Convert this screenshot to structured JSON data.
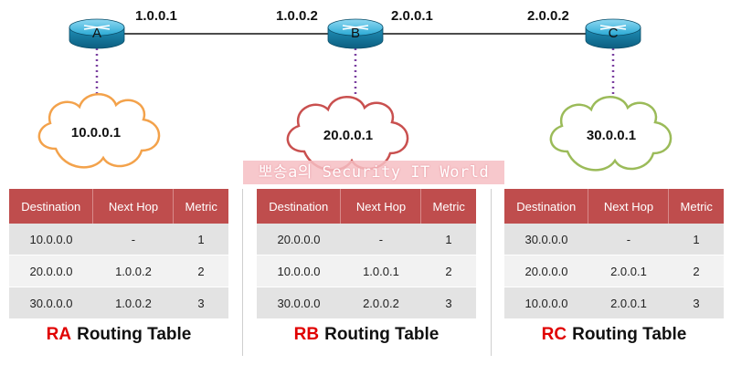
{
  "routers": [
    {
      "id": "A",
      "label": "A",
      "color": "#2aa9d4"
    },
    {
      "id": "B",
      "label": "B",
      "color": "#2aa9d4"
    },
    {
      "id": "C",
      "label": "C",
      "color": "#2aa9d4"
    }
  ],
  "links": [
    {
      "from": "A",
      "to": "B",
      "from_ip": "1.0.0.1",
      "to_ip": "1.0.0.2"
    },
    {
      "from": "B",
      "to": "C",
      "from_ip": "2.0.0.1",
      "to_ip": "2.0.0.2"
    }
  ],
  "networks": [
    {
      "router": "A",
      "address": "10.0.0.1",
      "color": "#f3a24b"
    },
    {
      "router": "B",
      "address": "20.0.0.1",
      "color": "#c9504f"
    },
    {
      "router": "C",
      "address": "30.0.0.1",
      "color": "#9bbb59"
    }
  ],
  "watermark": "뽀송a의 Security IT World",
  "tables": {
    "headers": [
      "Destination",
      "Next Hop",
      "Metric"
    ],
    "header_color": "#bf4d4d",
    "list": [
      {
        "prefix": "RA",
        "title": "Routing Table",
        "rows": [
          [
            "10.0.0.0",
            "-",
            "1"
          ],
          [
            "20.0.0.0",
            "1.0.0.2",
            "2"
          ],
          [
            "30.0.0.0",
            "1.0.0.2",
            "3"
          ]
        ]
      },
      {
        "prefix": "RB",
        "title": "Routing Table",
        "rows": [
          [
            "20.0.0.0",
            "-",
            "1"
          ],
          [
            "10.0.0.0",
            "1.0.0.1",
            "2"
          ],
          [
            "30.0.0.0",
            "2.0.0.2",
            "3"
          ]
        ]
      },
      {
        "prefix": "RC",
        "title": "Routing Table",
        "rows": [
          [
            "30.0.0.0",
            "-",
            "1"
          ],
          [
            "20.0.0.0",
            "2.0.0.1",
            "2"
          ],
          [
            "10.0.0.0",
            "2.0.0.1",
            "3"
          ]
        ]
      }
    ]
  }
}
